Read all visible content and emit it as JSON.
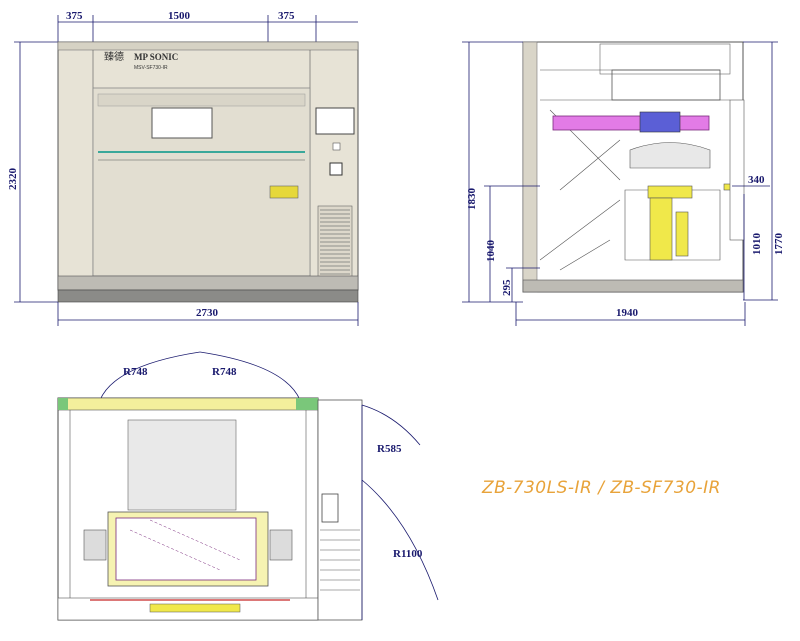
{
  "front_view": {
    "dims": {
      "left": "375",
      "center": "1500",
      "right": "375",
      "height": "2320",
      "width": "2730"
    },
    "logo": {
      "cn": "臻德",
      "en": "MP SONIC",
      "model": "MSV-SF730-IR"
    }
  },
  "side_view": {
    "dims": {
      "d1830": "1830",
      "d1040": "1040",
      "d295": "295",
      "d340": "340",
      "d1010": "1010",
      "d1770": "1770",
      "d1940": "1940"
    }
  },
  "top_view": {
    "dims": {
      "r748_left": "R748",
      "r748_right": "R748",
      "r585": "R585",
      "r1100": "R1100"
    }
  },
  "caption": {
    "model_names": "ZB-730LS-IR / ZB-SF730-IR"
  },
  "colors": {
    "dimension": "#1a1a6e",
    "machine_body": "#e7e3d6",
    "magenta_arm": "#e27be6",
    "yellow_part": "#f0e84a",
    "caption": "#e8a33a"
  }
}
